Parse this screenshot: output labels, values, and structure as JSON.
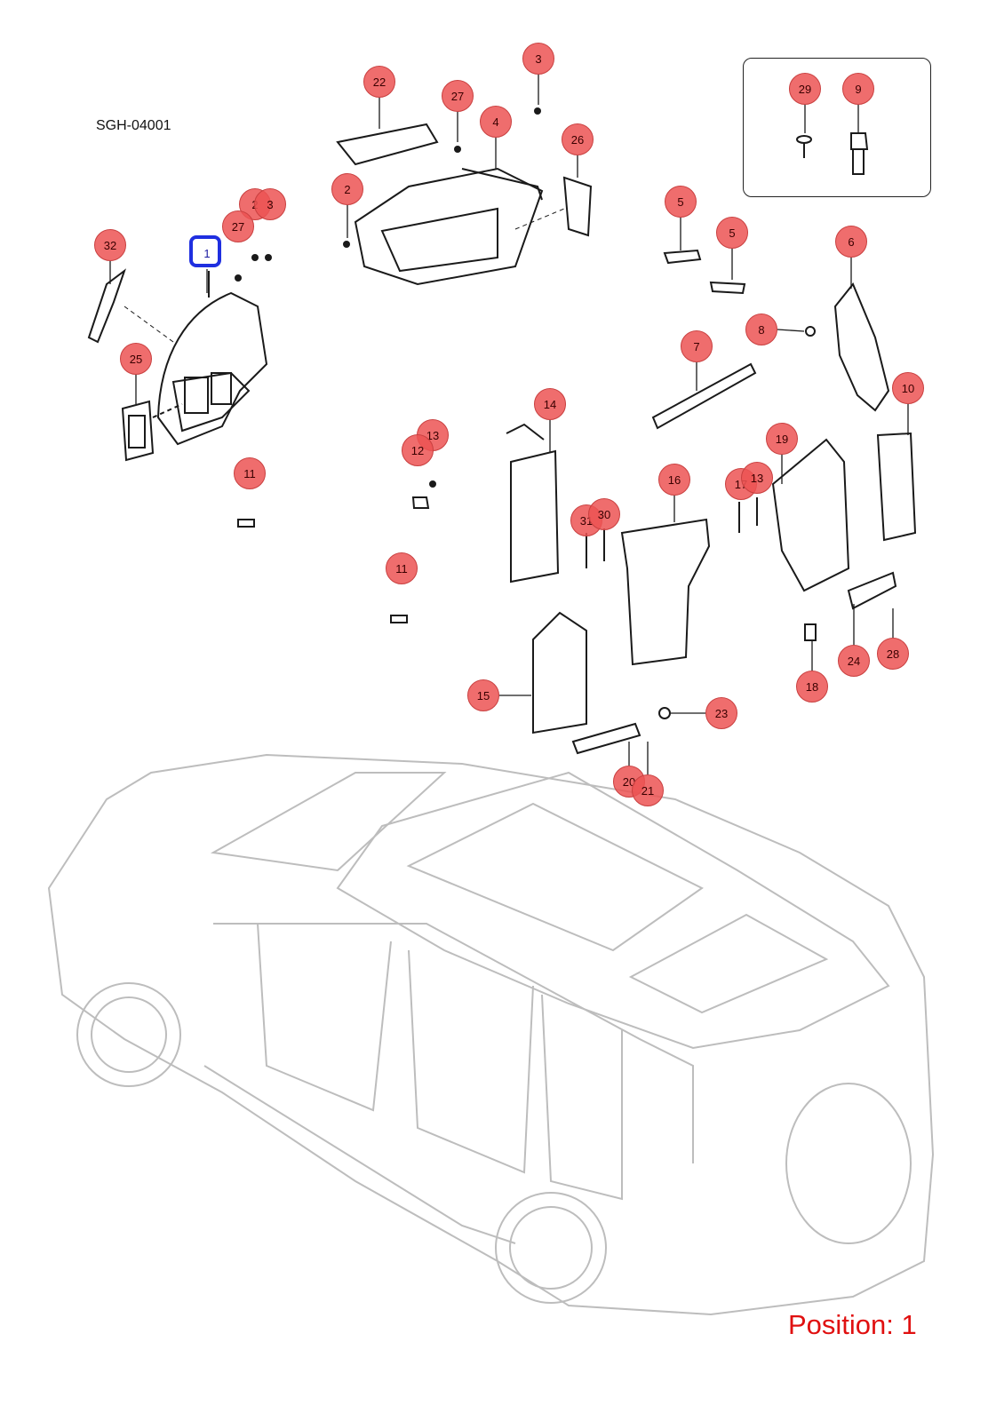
{
  "diagram_code": "SGH-04001",
  "position_label": "Position: 1",
  "colors": {
    "callout_fill": "#ec5454",
    "selected_outline": "#1f2fe0",
    "position_text": "#e01010",
    "vehicle_ghost": "#bdbdbd",
    "parts_ink": "#1a1a1a"
  },
  "selected_callout": "1",
  "callouts": [
    {
      "label": "1"
    },
    {
      "label": "2"
    },
    {
      "label": "3"
    },
    {
      "label": "27"
    },
    {
      "label": "32"
    },
    {
      "label": "25"
    },
    {
      "label": "11"
    },
    {
      "label": "22"
    },
    {
      "label": "27"
    },
    {
      "label": "3"
    },
    {
      "label": "4"
    },
    {
      "label": "2"
    },
    {
      "label": "26"
    },
    {
      "label": "29"
    },
    {
      "label": "9"
    },
    {
      "label": "5"
    },
    {
      "label": "5"
    },
    {
      "label": "6"
    },
    {
      "label": "8"
    },
    {
      "label": "7"
    },
    {
      "label": "10"
    },
    {
      "label": "14"
    },
    {
      "label": "13"
    },
    {
      "label": "12"
    },
    {
      "label": "11"
    },
    {
      "label": "16"
    },
    {
      "label": "31"
    },
    {
      "label": "30"
    },
    {
      "label": "19"
    },
    {
      "label": "17"
    },
    {
      "label": "13"
    },
    {
      "label": "15"
    },
    {
      "label": "23"
    },
    {
      "label": "20"
    },
    {
      "label": "21"
    },
    {
      "label": "24"
    },
    {
      "label": "28"
    },
    {
      "label": "18"
    }
  ]
}
